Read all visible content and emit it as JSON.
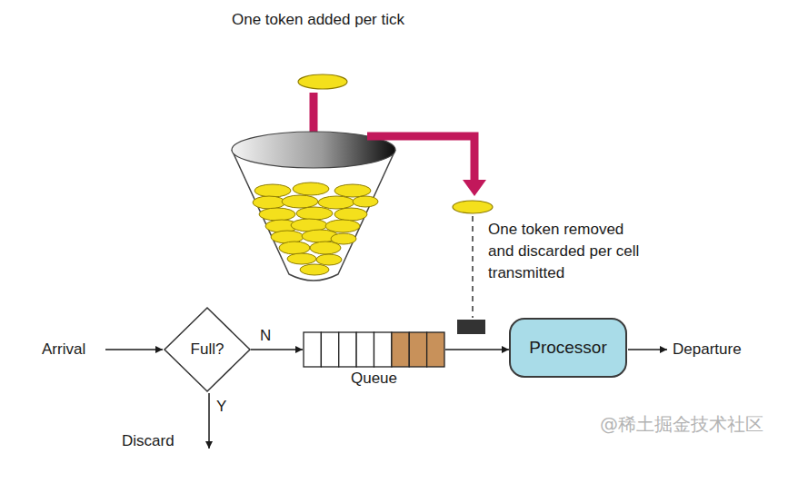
{
  "diagram": {
    "nodes": [
      {
        "text": [
          "Full?"
        ]
      },
      {
        "text": [
          "Queue"
        ]
      },
      {
        "text": [
          "Processor"
        ]
      }
    ],
    "edges": [
      {
        "from": 0,
        "to": 1,
        "arrow": "to",
        "label": "N"
      },
      {
        "from": 1,
        "to": 2,
        "arrow": "to"
      }
    ],
    "labels": [
      "One token added per tick",
      "One token removed and discarded per cell transmitted",
      "Arrival",
      "Y",
      "Discard",
      "Departure",
      "@稀土掘金技术社区"
    ]
  }
}
